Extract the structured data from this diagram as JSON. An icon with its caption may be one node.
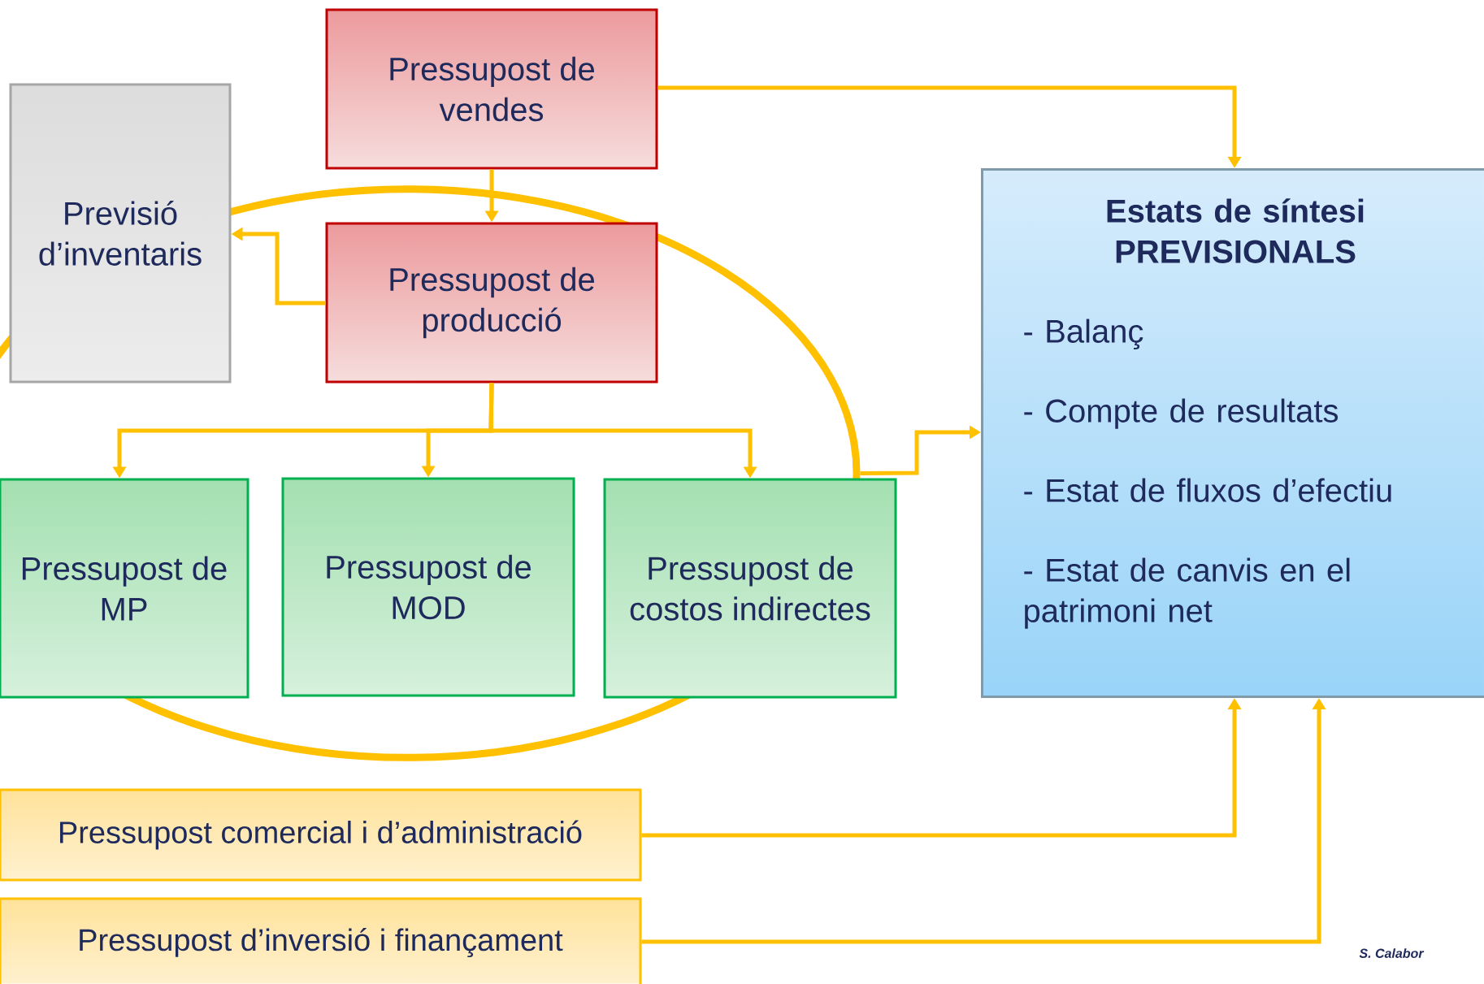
{
  "diagram": {
    "nodes": [
      {
        "text": [
          "Pressupost de vendes"
        ]
      },
      {
        "text": [
          "Previsió d’inventaris"
        ]
      },
      {
        "text": [],
        "shape": "ellipse"
      },
      {
        "text": [
          "Pressupost de producció"
        ],
        "in": 2
      },
      {
        "text": [
          "Pressupost de MP"
        ],
        "in": 2
      },
      {
        "text": [
          "Pressupost de MOD"
        ],
        "in": 2
      },
      {
        "text": [
          "Pressupost de costos indirectes"
        ],
        "in": 2
      },
      {
        "text": [
          "Estats de síntesi PREVISIONALS",
          "- Balanç",
          "- Compte de resultats",
          "- Estat de fluxos d’efectiu",
          "- Estat de canvis en el patrimoni net"
        ]
      },
      {
        "text": [
          "Pressupost comercial i d’administració"
        ]
      },
      {
        "text": [
          "Pressupost d’inversió i finançament"
        ]
      }
    ],
    "edges": [
      {
        "from": 0,
        "to": 7,
        "arrow": "to"
      },
      {
        "from": 0,
        "to": 3,
        "arrow": "to"
      },
      {
        "from": 3,
        "to": 1,
        "arrow": "to"
      },
      {
        "from": 3,
        "to": 4,
        "arrow": "to"
      },
      {
        "from": 3,
        "to": 5,
        "arrow": "to"
      },
      {
        "from": 3,
        "to": 6,
        "arrow": "to"
      },
      {
        "from": 2,
        "to": 7,
        "arrow": "to"
      },
      {
        "from": 8,
        "to": 7,
        "arrow": "to"
      },
      {
        "from": 9,
        "to": 7,
        "arrow": "to"
      }
    ],
    "labels": [
      "S. Calabor"
    ]
  }
}
